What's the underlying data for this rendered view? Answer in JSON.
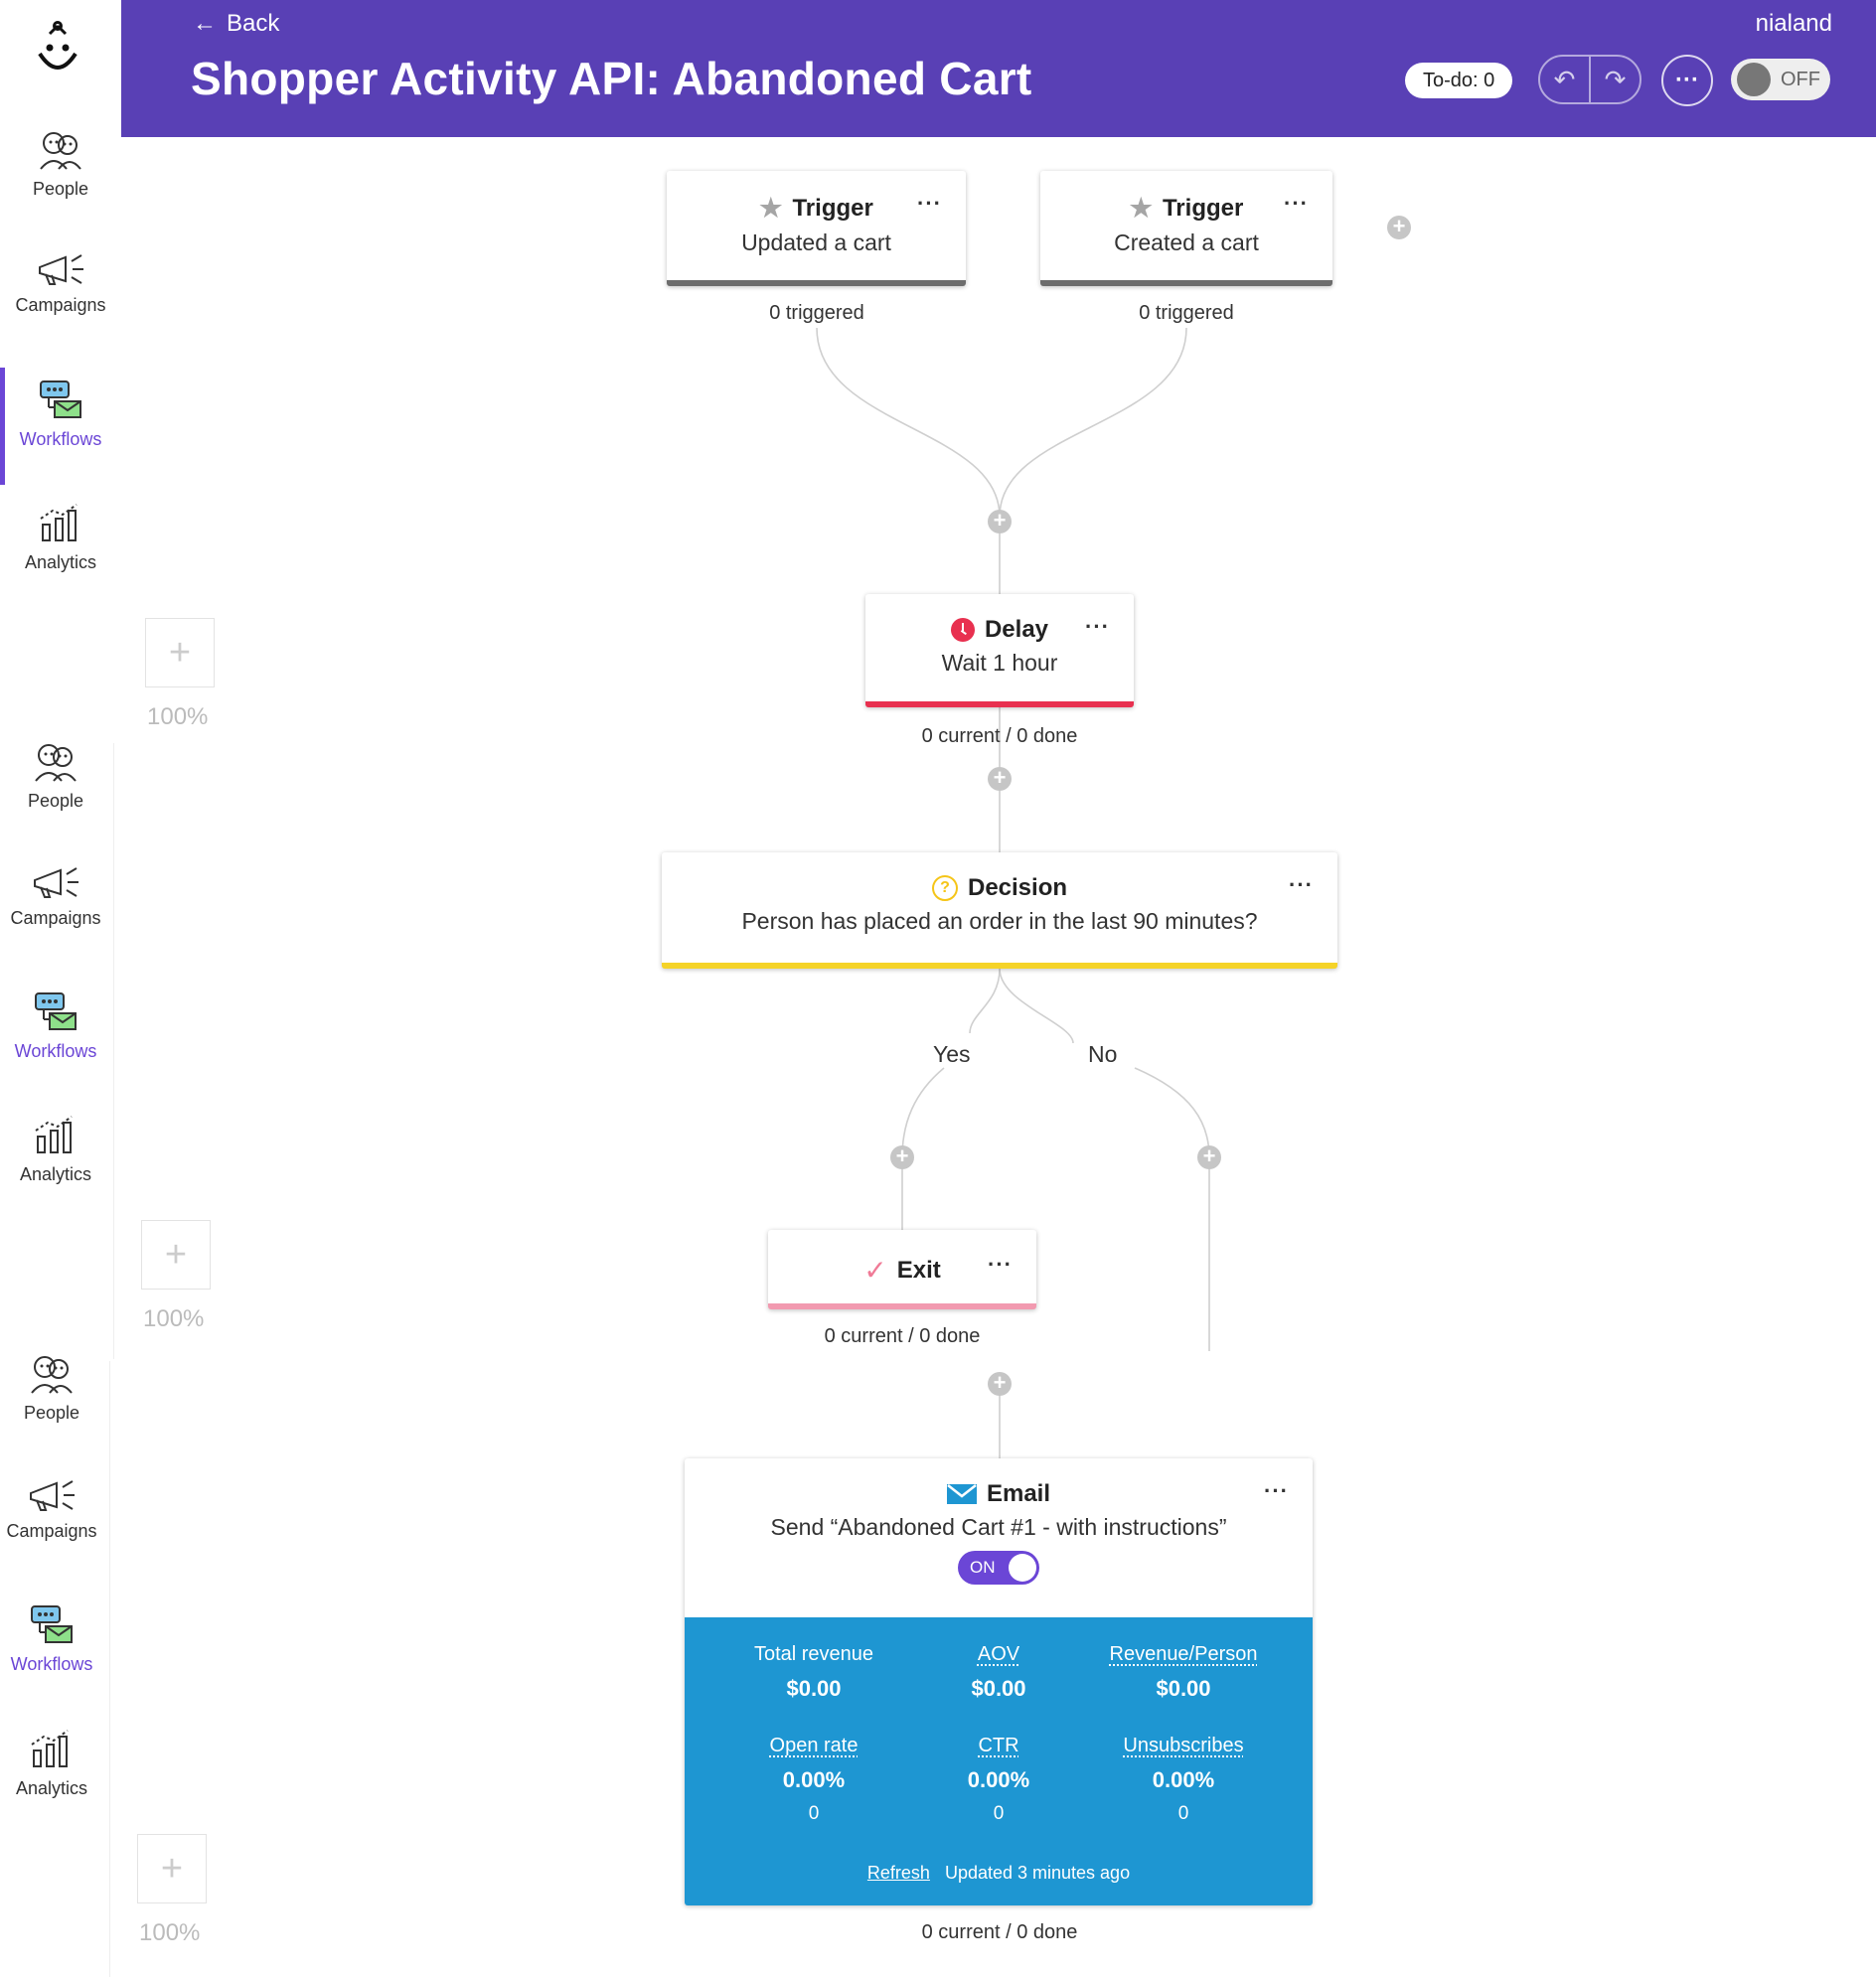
{
  "header": {
    "back_label": "Back",
    "title": "Shopper Activity API: Abandoned Cart",
    "user": "nialand",
    "todo_label": "To-do: 0",
    "toggle_label": "OFF"
  },
  "sidebar": {
    "items": [
      {
        "label": "People",
        "icon": "people-icon"
      },
      {
        "label": "Campaigns",
        "icon": "megaphone-icon"
      },
      {
        "label": "Workflows",
        "icon": "workflow-icon",
        "active": true
      },
      {
        "label": "Analytics",
        "icon": "analytics-icon"
      }
    ],
    "zoom": "100%"
  },
  "nodes": {
    "trigger1": {
      "type": "Trigger",
      "desc": "Updated a cart",
      "count": "0 triggered"
    },
    "trigger2": {
      "type": "Trigger",
      "desc": "Created a cart",
      "count": "0 triggered"
    },
    "delay": {
      "type": "Delay",
      "desc": "Wait 1 hour",
      "count": "0 current / 0 done"
    },
    "decision": {
      "type": "Decision",
      "desc": "Person has placed an order in the last 90 minutes?",
      "yes": "Yes",
      "no": "No"
    },
    "exit": {
      "type": "Exit",
      "count": "0 current / 0 done"
    },
    "email": {
      "type": "Email",
      "desc": "Send “Abandoned Cart #1 - with instructions”",
      "toggle": "ON",
      "count": "0 current / 0 done",
      "stats": {
        "total_revenue": {
          "label": "Total revenue",
          "value": "$0.00"
        },
        "aov": {
          "label": "AOV",
          "value": "$0.00"
        },
        "revenue_person": {
          "label": "Revenue/Person",
          "value": "$0.00"
        },
        "open_rate": {
          "label": "Open rate",
          "value": "0.00%",
          "count": "0"
        },
        "ctr": {
          "label": "CTR",
          "value": "0.00%",
          "count": "0"
        },
        "unsubscribes": {
          "label": "Unsubscribes",
          "value": "0.00%",
          "count": "0"
        }
      },
      "refresh_label": "Refresh",
      "updated_label": "Updated 3 minutes ago"
    }
  },
  "colors": {
    "header": "#5940b5",
    "accent": "#6b46d6",
    "delay": "#e8304f",
    "decision": "#f5d328",
    "exit": "#f29ab0",
    "email_stats": "#1e96d2"
  }
}
